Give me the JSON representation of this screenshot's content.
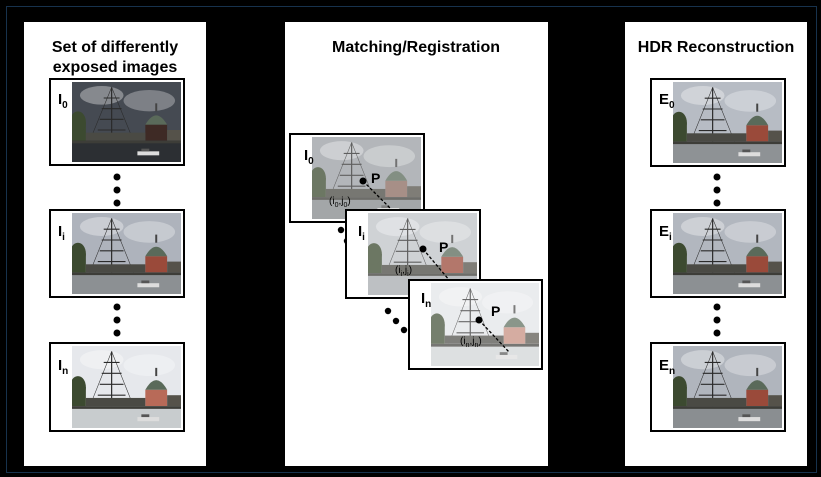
{
  "panels": {
    "left": {
      "title_line1": "Set of differently",
      "title_line2": "exposed images"
    },
    "middle": {
      "title": "Matching/Registration"
    },
    "right": {
      "title": "HDR Reconstruction"
    }
  },
  "left_images": [
    {
      "label": "I",
      "sub": "0"
    },
    {
      "label": "I",
      "sub": "i"
    },
    {
      "label": "I",
      "sub": "n"
    }
  ],
  "right_images": [
    {
      "label": "E",
      "sub": "0"
    },
    {
      "label": "E",
      "sub": "i"
    },
    {
      "label": "E",
      "sub": "n"
    }
  ],
  "registration_frames": [
    {
      "label": "I",
      "sub": "0",
      "point": "P",
      "coord_a": "i",
      "coord_a_sub": "0",
      "coord_b": "j",
      "coord_b_sub": "0"
    },
    {
      "label": "I",
      "sub": "i",
      "point": "P",
      "coord_a": "i",
      "coord_a_sub": "i",
      "coord_b": "j",
      "coord_b_sub": "i"
    },
    {
      "label": "I",
      "sub": "n",
      "point": "P",
      "coord_a": "i",
      "coord_a_sub": "n",
      "coord_b": "j",
      "coord_b_sub": "n"
    }
  ],
  "colors": {
    "panel_fill": "#ffffff",
    "outer_border": "#17324d",
    "sky_dark": "#3a3e46",
    "sky_light": "#c9cdd3",
    "building_red": "#9a4a3a"
  }
}
